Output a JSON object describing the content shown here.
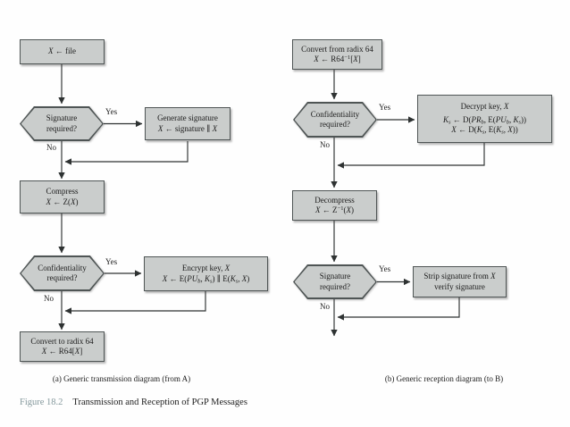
{
  "figure_caption": {
    "label": "Figure 18.2",
    "title": "Transmission and Reception of PGP Messages"
  },
  "decision_labels": {
    "yes": "Yes",
    "no": "No"
  },
  "colors": {
    "node_fill": "#cacdcc",
    "node_border": "#4f5555",
    "connector": "#2e3232",
    "figure_label": "#84989c",
    "text": "#1c1c1c",
    "background": "#fefefe"
  },
  "transmission": {
    "caption": "(a) Generic transmission diagram (from A)",
    "nodes": {
      "file": {
        "lines": [
          "*X* ← file"
        ]
      },
      "signature_decision": {
        "lines": [
          "Signature",
          "required?"
        ]
      },
      "generate_signature": {
        "lines": [
          "Generate signature",
          "*X* ← signature ∥ *X*"
        ]
      },
      "compress": {
        "lines": [
          "Compress",
          "*X* ← Z(*X*)"
        ]
      },
      "confidentiality_decision": {
        "lines": [
          "Confidentiality",
          "required?"
        ]
      },
      "encrypt_key": {
        "lines": [
          "Encrypt key, *X*",
          "*X* ← E(*PU*~*b*~, *K*~*s*~) ∥ E(*K*~*s*~, *X*)"
        ]
      },
      "convert_to_radix64": {
        "lines": [
          "Convert to radix 64",
          "*X* ← R64[*X*]"
        ]
      }
    }
  },
  "reception": {
    "caption": "(b) Generic reception diagram (to B)",
    "nodes": {
      "convert_from_radix64": {
        "lines": [
          "Convert from radix 64",
          "*X* ← R64^−1^[*X*]"
        ]
      },
      "confidentiality_decision": {
        "lines": [
          "Confidentiality",
          "required?"
        ]
      },
      "decrypt_key": {
        "lines": [
          "Decrypt key, *X*",
          "*K*~*s*~ ← D(*PR*~*b*~, E(*PU*~*b*~, *K*~*s*~))",
          "*X* ← D(*K*~*s*~, E(*K*~*s*~, *X*))"
        ]
      },
      "decompress": {
        "lines": [
          "Decompress",
          "*X* ← Z^−1^(*X*)"
        ]
      },
      "signature_decision": {
        "lines": [
          "Signature",
          "required?"
        ]
      },
      "strip_signature": {
        "lines": [
          "Strip signature from *X*",
          "verify signature"
        ]
      }
    }
  }
}
